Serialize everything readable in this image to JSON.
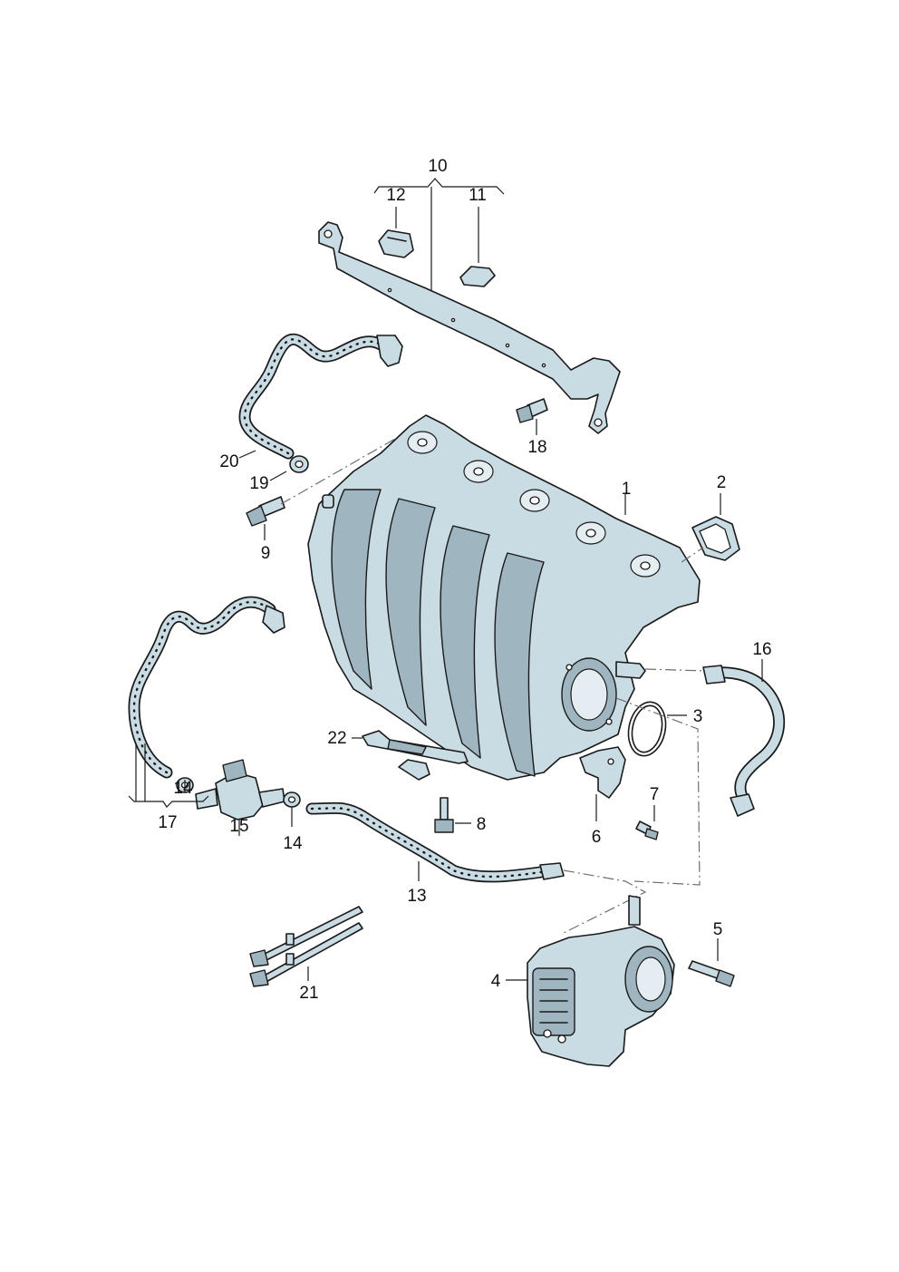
{
  "diagram": {
    "callouts": {
      "c1": "1",
      "c2": "2",
      "c3": "3",
      "c4": "4",
      "c5": "5",
      "c6": "6",
      "c7": "7",
      "c8": "8",
      "c9": "9",
      "c10": "10",
      "c11": "11",
      "c12": "12",
      "c13": "13",
      "c14a": "14",
      "c14b": "14",
      "c15": "15",
      "c16": "16",
      "c17": "17",
      "c18": "18",
      "c19": "19",
      "c20": "20",
      "c21": "21",
      "c22": "22"
    },
    "colors": {
      "part_fill": "#c9dbe3",
      "part_shade": "#9fb6c1",
      "outline": "#1a1a1a",
      "dash_line": "#6e6e6e"
    }
  }
}
